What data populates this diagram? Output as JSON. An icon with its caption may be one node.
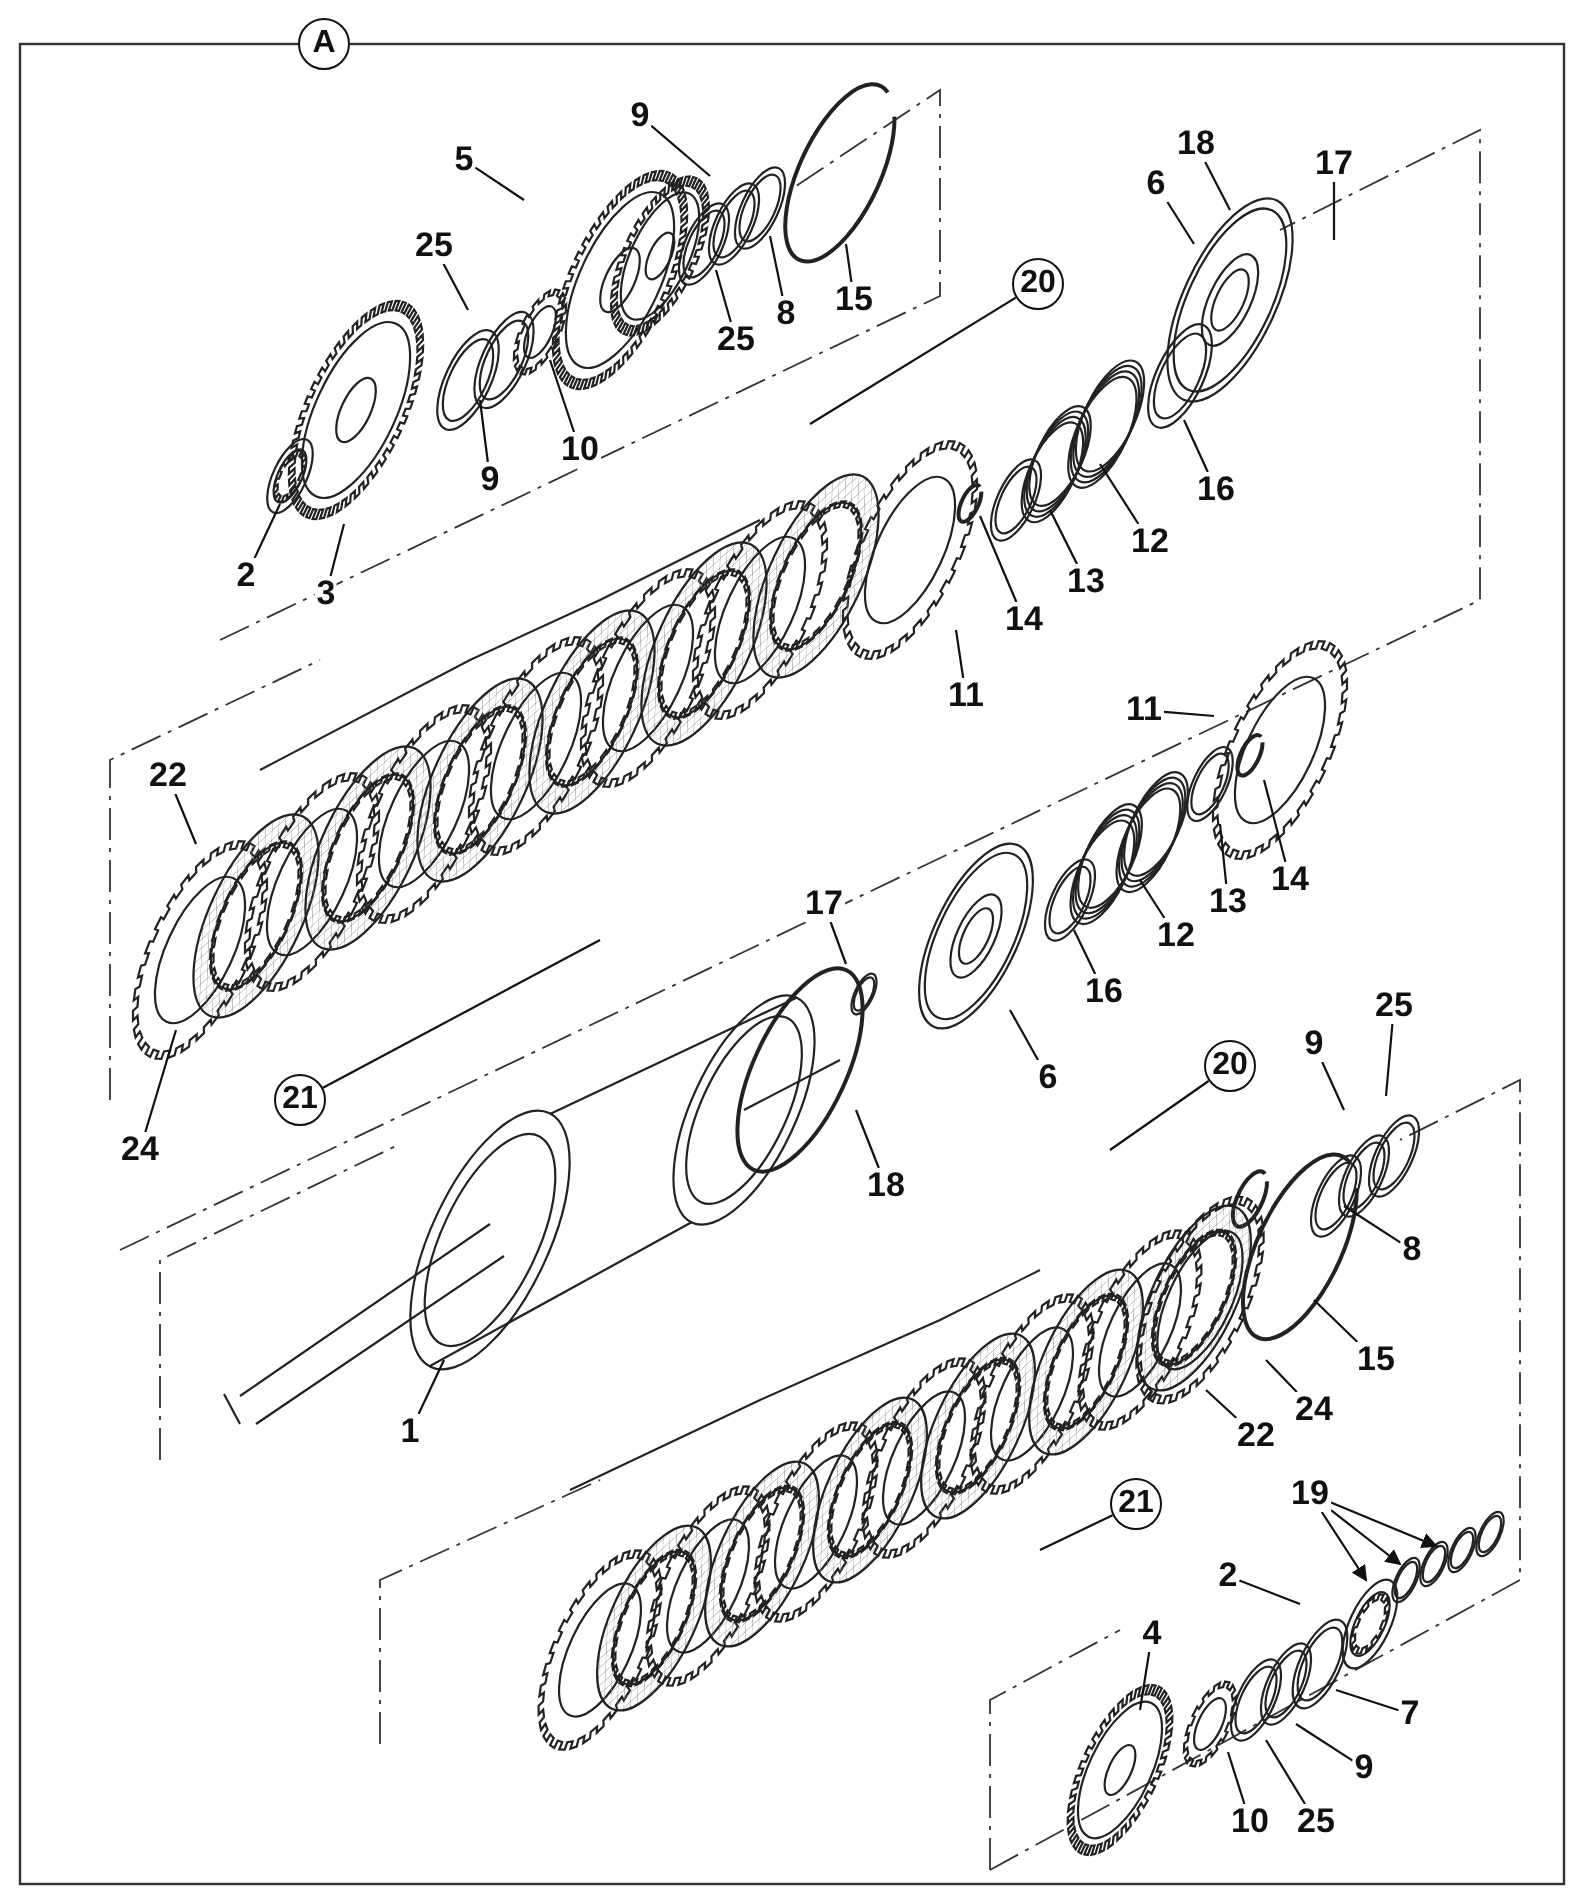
{
  "diagram": {
    "nodes": [
      {
        "text": [
          "A"
        ]
      },
      {
        "text": [
          "9"
        ]
      },
      {
        "text": [
          "5"
        ]
      },
      {
        "text": [
          "18"
        ]
      },
      {
        "text": [
          "17"
        ]
      },
      {
        "text": [
          "6"
        ]
      },
      {
        "text": [
          "25"
        ]
      },
      {
        "text": [
          "20"
        ]
      },
      {
        "text": [
          "15"
        ]
      },
      {
        "text": [
          "8"
        ]
      },
      {
        "text": [
          "25"
        ]
      },
      {
        "text": [
          "9"
        ]
      },
      {
        "text": [
          "10"
        ]
      },
      {
        "text": [
          "16"
        ]
      },
      {
        "text": [
          "12"
        ]
      },
      {
        "text": [
          "2"
        ]
      },
      {
        "text": [
          "13"
        ]
      },
      {
        "text": [
          "3"
        ]
      },
      {
        "text": [
          "14"
        ]
      },
      {
        "text": [
          "11"
        ]
      },
      {
        "text": [
          "11"
        ]
      },
      {
        "text": [
          "22"
        ]
      },
      {
        "text": [
          "14"
        ]
      },
      {
        "text": [
          "13"
        ]
      },
      {
        "text": [
          "17"
        ]
      },
      {
        "text": [
          "12"
        ]
      },
      {
        "text": [
          "16"
        ]
      },
      {
        "text": [
          "25"
        ]
      },
      {
        "text": [
          "9"
        ]
      },
      {
        "text": [
          "20"
        ]
      },
      {
        "text": [
          "6"
        ]
      },
      {
        "text": [
          "21"
        ]
      },
      {
        "text": [
          "24"
        ]
      },
      {
        "text": [
          "18"
        ]
      },
      {
        "text": [
          "8"
        ]
      },
      {
        "text": [
          "15"
        ]
      },
      {
        "text": [
          "24"
        ]
      },
      {
        "text": [
          "1"
        ]
      },
      {
        "text": [
          "22"
        ]
      },
      {
        "text": [
          "19"
        ]
      },
      {
        "text": [
          "21"
        ]
      },
      {
        "text": [
          "2"
        ]
      },
      {
        "text": [
          "4"
        ]
      },
      {
        "text": [
          "7"
        ]
      },
      {
        "text": [
          "9"
        ]
      },
      {
        "text": [
          "10"
        ]
      },
      {
        "text": [
          "25"
        ]
      }
    ],
    "edges": [
      {
        "from": 1,
        "to": null,
        "arrow": "none"
      },
      {
        "from": 2,
        "to": null,
        "arrow": "none"
      },
      {
        "from": 3,
        "to": null,
        "arrow": "none"
      },
      {
        "from": 4,
        "to": null,
        "arrow": "none"
      },
      {
        "from": 5,
        "to": null,
        "arrow": "none"
      },
      {
        "from": 6,
        "to": null,
        "arrow": "none"
      },
      {
        "from": 7,
        "to": null,
        "arrow": "none"
      },
      {
        "from": 8,
        "to": null,
        "arrow": "none"
      },
      {
        "from": 9,
        "to": null,
        "arrow": "none"
      },
      {
        "from": 10,
        "to": null,
        "arrow": "none"
      },
      {
        "from": 11,
        "to": null,
        "arrow": "none"
      },
      {
        "from": 12,
        "to": null,
        "arrow": "none"
      },
      {
        "from": 13,
        "to": null,
        "arrow": "none"
      },
      {
        "from": 14,
        "to": null,
        "arrow": "none"
      },
      {
        "from": 15,
        "to": null,
        "arrow": "none"
      },
      {
        "from": 16,
        "to": null,
        "arrow": "none"
      },
      {
        "from": 17,
        "to": null,
        "arrow": "none"
      },
      {
        "from": 18,
        "to": null,
        "arrow": "none"
      },
      {
        "from": 19,
        "to": null,
        "arrow": "none"
      },
      {
        "from": 20,
        "to": null,
        "arrow": "none"
      },
      {
        "from": 21,
        "to": null,
        "arrow": "none"
      },
      {
        "from": 22,
        "to": null,
        "arrow": "none"
      },
      {
        "from": 23,
        "to": null,
        "arrow": "none"
      },
      {
        "from": 24,
        "to": null,
        "arrow": "none"
      },
      {
        "from": 25,
        "to": null,
        "arrow": "none"
      },
      {
        "from": 26,
        "to": null,
        "arrow": "none"
      },
      {
        "from": 27,
        "to": null,
        "arrow": "none"
      },
      {
        "from": 28,
        "to": null,
        "arrow": "none"
      },
      {
        "from": 29,
        "to": null,
        "arrow": "none"
      },
      {
        "from": 30,
        "to": null,
        "arrow": "none"
      },
      {
        "from": 31,
        "to": null,
        "arrow": "none"
      },
      {
        "from": 32,
        "to": null,
        "arrow": "none"
      },
      {
        "from": 33,
        "to": null,
        "arrow": "none"
      },
      {
        "from": 34,
        "to": null,
        "arrow": "none"
      },
      {
        "from": 35,
        "to": null,
        "arrow": "none"
      },
      {
        "from": 36,
        "to": null,
        "arrow": "none"
      },
      {
        "from": 37,
        "to": null,
        "arrow": "none"
      },
      {
        "from": 38,
        "to": null,
        "arrow": "none"
      },
      {
        "from": 39,
        "to": null,
        "arrow": "to"
      },
      {
        "from": 39,
        "to": null,
        "arrow": "to"
      },
      {
        "from": 39,
        "to": null,
        "arrow": "to"
      },
      {
        "from": 40,
        "to": null,
        "arrow": "none"
      },
      {
        "from": 41,
        "to": null,
        "arrow": "none"
      },
      {
        "from": 42,
        "to": null,
        "arrow": "none"
      },
      {
        "from": 43,
        "to": null,
        "arrow": "none"
      },
      {
        "from": 44,
        "to": null,
        "arrow": "none"
      },
      {
        "from": 45,
        "to": null,
        "arrow": "none"
      },
      {
        "from": 46,
        "to": null,
        "arrow": "none"
      }
    ]
  }
}
